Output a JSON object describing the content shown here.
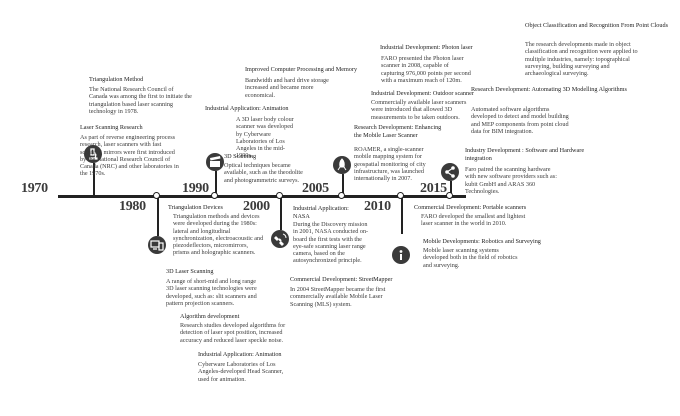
{
  "years": {
    "y1970": "1970",
    "y1980": "1980",
    "y1990": "1990",
    "y2000": "2000",
    "y2005": "2005",
    "y2010": "2010",
    "y2015": "2015"
  },
  "events": {
    "triangulation_method": {
      "title": "Triangulation Method",
      "body": "The National Research Council of Canada was among the first to initiate the triangulation based laser scanning technology in 1978."
    },
    "laser_scanning_research": {
      "title": "Laser Scanning Research",
      "body": "As part of reverse engineering process research, laser scanners with fast scanning mirrors were first introduced by the National Research Council of Canada (NRC) and other laboratories in the 1970s."
    },
    "improved_processing": {
      "title": "Improved Computer Processing and Memory",
      "body": "Bandwidth and hard drive storage increased and became more economical."
    },
    "industrial_animation_top": {
      "title": "Industrial Application: Animation",
      "body": "A 3D laser body colour scanner was developed by Cyberware Laboratories of Los Angeles in the mid-1990s."
    },
    "scanning_3d": {
      "title": "3D Scanning",
      "body": "Optical techniques became available, such as the theodolite and photogrammetric surveys."
    },
    "photon_laser": {
      "title": "Industrial Development: Photon laser",
      "body": "FARO presented the Photon laser scanner in 2008, capable of capturing 976,000 points per second with a maximum reach of 120m."
    },
    "outdoor_scanner": {
      "title": "Industrial Development: Outdoor scanner",
      "body": "Commercially available laser scanners were introduced that allowed 3D measurements to be taken outdoors."
    },
    "mobile_laser_scanner": {
      "title": "Research Development: Enhancing the Mobile Laser Scanner",
      "body": "ROAMER, a single-scanner mobile mapping system for geospatial monitoring of city infrastructure, was launched internationally in 2007."
    },
    "object_classification": {
      "title": "Object Classification and Recognition From Point Clouds",
      "body": "The research developments made in object classification and recognition were applied to multiple industries, namely: topographical surveying, building surveying and archaeological surveying."
    },
    "automating_3d": {
      "title": "Research Development: Automating 3D Modelling Algorithms",
      "body": "Automated software algorithms developed to detect and model building and MEP components from point cloud data for BIM integration."
    },
    "software_hardware": {
      "title": "Industry Development : Software and Hardware integration",
      "body": "Faro paired the scanning hardware with new software providers such as: kubit GmbH and ARAS 360 Technologies."
    },
    "triangulation_devices": {
      "title": "Triangulation Devices",
      "body": "Triangulation methods and devices were developed during the 1980s: lateral and longitudinal synchronization, electroacoustic and piezodeflectors, micromirrors, prisms and holographic scanners."
    },
    "laser_scanning_3d": {
      "title": "3D Laser Scanning",
      "body": "A range of short-mid and long range 3D laser scanning technologies were developed, such as: slit scanners and pattern projection scanners."
    },
    "algorithm_development": {
      "title": "Algorithm development",
      "body": "Research studies developed algorithms for detection of laser spot position, increased accuracy and reduced laser speckle noise."
    },
    "industrial_animation_bottom": {
      "title": "Industrial Application: Animation",
      "body": "Cyberware Laboratories of Los Angeles-developed Head Scanner, used for animation."
    },
    "nasa": {
      "title": "Industrial Application: NASA",
      "body": "During the Discovery mission in 2001, NASA conducted on-board the first tests with the eye-safe scanning laser range camera, based on the autosynchronized principle."
    },
    "streetmapper": {
      "title": "Commercial Development: StreetMapper",
      "body": "In 2004 StreetMapper became the first commercially available Mobile Laser Scanning (MLS) system."
    },
    "portable_scanners": {
      "title": "Commercial Development: Portable scanners",
      "body": "FARO developed the smallest and lightest laser scanner in the world in 2010."
    },
    "robotics_surveying": {
      "title": "Mobile Developments: Robotics and Surveying",
      "body": "Mobile laser scanning systems developed both in the field of robotics and surveying."
    }
  },
  "icons": {
    "laser_research": "microscope-icon",
    "animation": "clapperboard-icon",
    "mobile": "rocket-icon",
    "software": "share-icon",
    "devices": "devices-icon",
    "nasa": "satellite-icon",
    "portable": "info-icon"
  },
  "colors": {
    "ink": "#222222",
    "icon_fill": "#3a3a3a",
    "text": "#3a3a3a"
  }
}
